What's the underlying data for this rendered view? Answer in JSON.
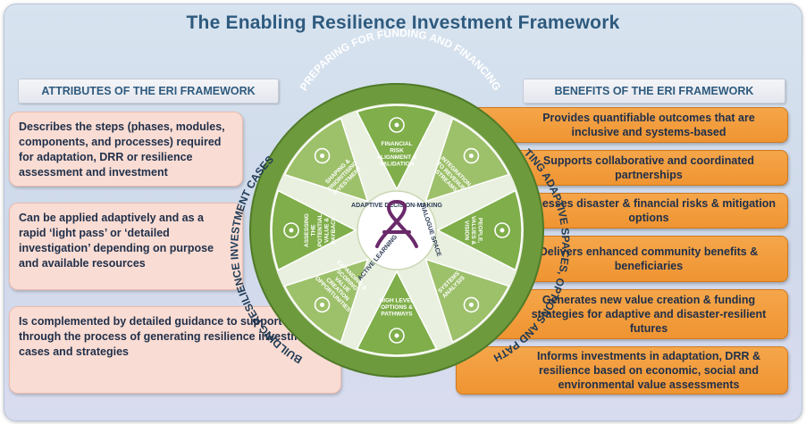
{
  "title": "The Enabling Resilience Investment Framework",
  "headers": {
    "attributes": "ATTRIBUTES OF THE ERI FRAMEWORK",
    "benefits": "BENEFITS OF THE ERI FRAMEWORK"
  },
  "attributes": [
    {
      "text": "Describes the steps (phases, modules, components, and processes) required for adaptation, DRR or resilience assessment and investment"
    },
    {
      "text": "Can be applied adaptively and as a rapid ‘light pass’ or ‘detailed investigation’ depending on purpose and available resources"
    },
    {
      "text": "Is complemented by detailed guidance to support users through the process of generating resilience investment cases and strategies"
    }
  ],
  "benefits": [
    {
      "text": "Provides quantifiable outcomes that are inclusive and systems-based"
    },
    {
      "text": "Supports collaborative and coordinated partnerships"
    },
    {
      "text": "Assesses disaster & financial risks & mitigation options"
    },
    {
      "text": "Delivers enhanced community benefits & beneficiaries"
    },
    {
      "text": "Generates new value creation & funding strategies for adaptive and disaster-resilient futures"
    },
    {
      "text": "Informs investments in adaptation, DRR & resilience based on economic, social and environmental value assessments"
    }
  ],
  "wheel": {
    "ring_labels": {
      "top": "PREPARING FOR FUNDING AND FINANCING",
      "right": "CREATING ADAPTIVE SPACES, OPTIONS AND PATHWAYS",
      "left": "BUILDING RESILIENCE INVESTMENT CASES"
    },
    "segments": [
      {
        "label": "FINANCIAL RISK ALIGNMENT & VALIDATION",
        "icon": "checklist-icon"
      },
      {
        "label": "INTEGRATION TO REVENUE STREAMS",
        "icon": "recycle-icon"
      },
      {
        "label": "PEOPLE, VALUES & VISION",
        "icon": "community-icon"
      },
      {
        "label": "SYSTEMS ANALYSIS",
        "icon": "magnifier-icon"
      },
      {
        "label": "HIGH LEVEL OPTIONS & PATHWAYS",
        "icon": "pathways-icon"
      },
      {
        "label": "EXPANDING & SCORING VALUE CREATION OPPORTUNITIES",
        "icon": "lightbulb-icon"
      },
      {
        "label": "ASSESSING THE POTENTIAL VALUE & PAYBACK",
        "icon": "house-icon"
      },
      {
        "label": "SHAPING & PRIORITISING INVESTMENT",
        "icon": "handshake-icon"
      }
    ],
    "hub": {
      "top": "ADAPTIVE DECISION-MAKING",
      "right": "DIALOGUE SPACE",
      "bottom": "ACTIVE LEARNING"
    }
  },
  "colors": {
    "title": "#2e5a7e",
    "ring_green": "#6e9a3e",
    "segment_light": "#9dc06a",
    "segment_mid": "#7fae4a",
    "attribute_box": "#f9dcd3",
    "benefit_box": "#f29a3a",
    "hub_icon": "#6a2a6a"
  }
}
